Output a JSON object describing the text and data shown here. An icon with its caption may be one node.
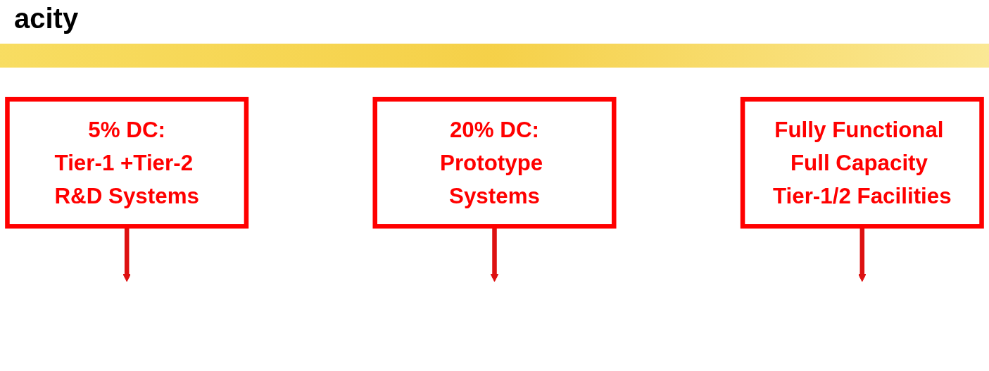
{
  "diagram": {
    "title": "acity",
    "nodes": [
      {
        "text": [
          "5% DC:",
          "Tier-1 +Tier-2 R&D Systems"
        ]
      },
      {
        "text": [
          "20% DC:",
          "Prototype Systems"
        ]
      },
      {
        "text": [
          "Fully Functional Full Capacity Tier-1/2 Facilities"
        ]
      }
    ],
    "edges": [
      {
        "from": 0,
        "to": null,
        "arrow": "to"
      },
      {
        "from": 1,
        "to": null,
        "arrow": "to"
      },
      {
        "from": 2,
        "to": null,
        "arrow": "to"
      }
    ]
  }
}
